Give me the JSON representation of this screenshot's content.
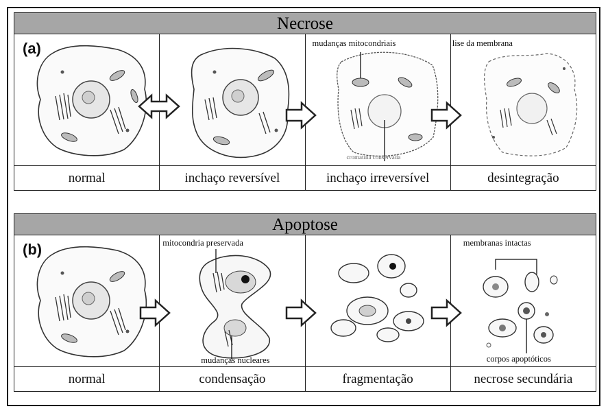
{
  "necrose": {
    "title": "Necrose",
    "label": "(a)",
    "captions": [
      "normal",
      "inchaço reversível",
      "inchaço irreversível",
      "desintegração"
    ],
    "annotations": {
      "mitochondria_changes": "mudanças mitocondriais",
      "membrane_lysis": "lise da membrana",
      "chromatin": "cromatina conservada"
    }
  },
  "apoptose": {
    "title": "Apoptose",
    "label": "(b)",
    "captions": [
      "normal",
      "condensação",
      "fragmentação",
      "necrose secundária"
    ],
    "annotations": {
      "mitochondria_preserved": "mitocondria preservada",
      "nuclear_changes": "mudanças nucleares",
      "intact_membranes": "membranas intactas",
      "apoptotic_bodies": "corpos apoptóticos"
    }
  }
}
